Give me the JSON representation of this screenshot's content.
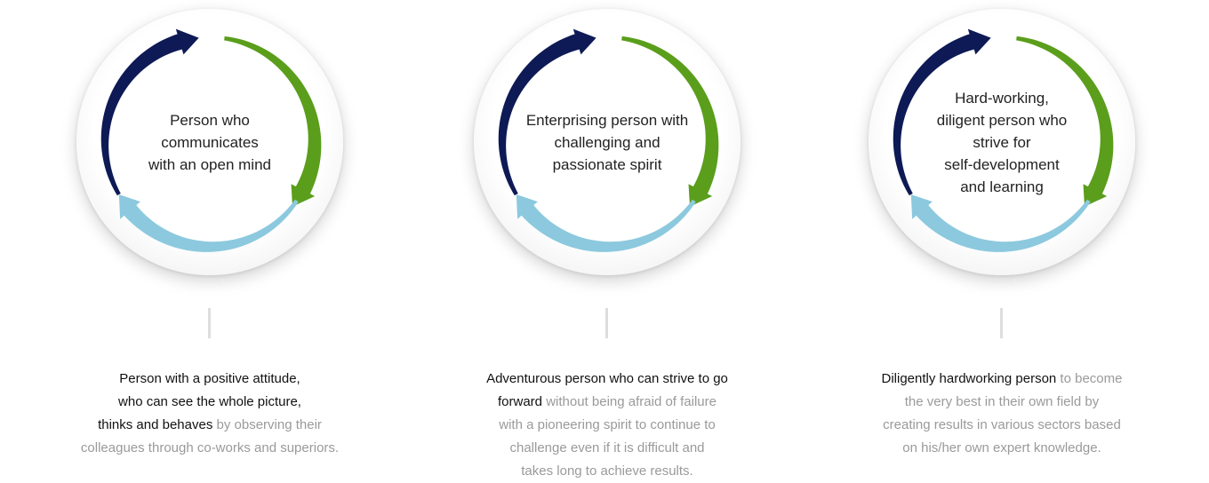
{
  "colors": {
    "arrow_navy": "#0e1a55",
    "arrow_green": "#5a9e1c",
    "arrow_light_blue": "#8cc9de",
    "text_dark": "#222222",
    "text_gray": "#9a9a9a"
  },
  "icons": [
    "cycle-arrows-icon"
  ],
  "items": [
    {
      "circle_text": "Person who\ncommunicates\nwith an open mind",
      "desc_highlight": "Person with a positive attitude,\nwho can see the whole picture,\nthinks and behaves",
      "desc_rest": " by observing their\ncolleagues through co-works and superiors."
    },
    {
      "circle_text": "Enterprising person with\nchallenging and\npassionate spirit",
      "desc_highlight": "Adventurous person who can strive to go\nforward",
      "desc_rest": " without being afraid of failure\nwith a pioneering spirit to continue to\nchallenge even if it is difficult and\ntakes long to achieve results."
    },
    {
      "circle_text": "Hard-working,\ndiligent person who\nstrive for\nself-development\nand learning",
      "desc_highlight": "Diligently hardworking person",
      "desc_rest": " to become\nthe very best in their own field by\ncreating results in various sectors based\non his/her own expert knowledge."
    }
  ]
}
